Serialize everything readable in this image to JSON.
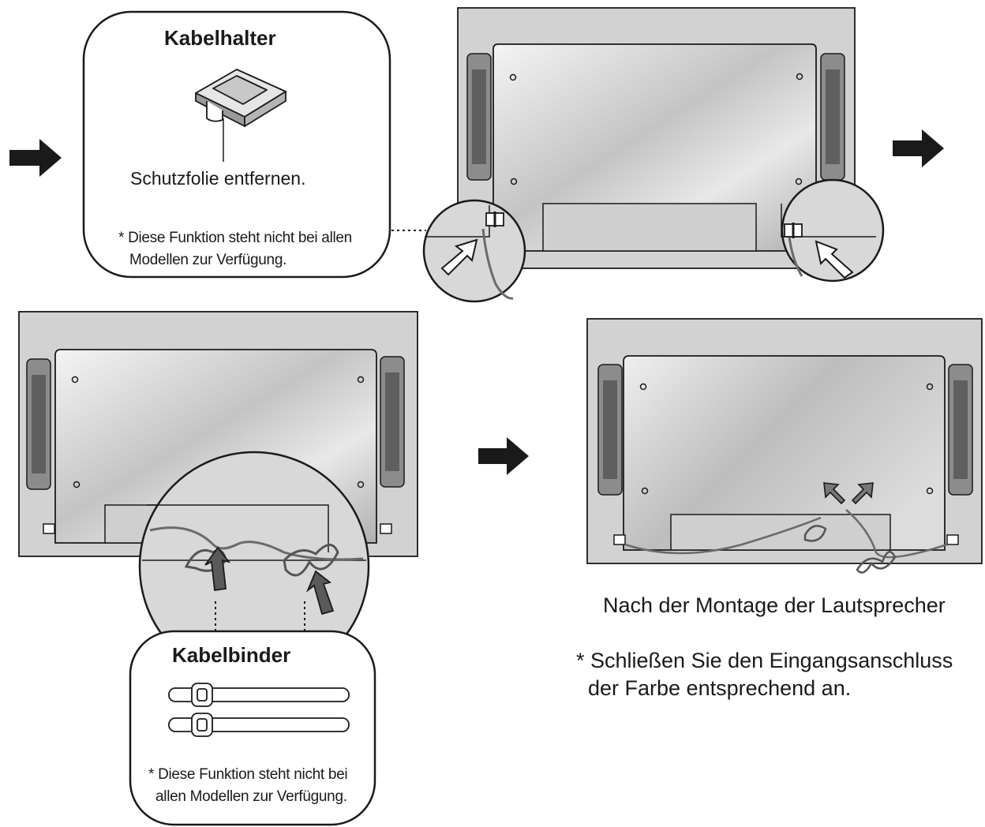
{
  "callout_cable_holder": {
    "title": "Kabelhalter",
    "instruction": "Schutzfolie entfernen.",
    "note_line1": "* Diese Funktion steht nicht bei allen",
    "note_line2": "Modellen zur Verfügung."
  },
  "callout_cable_tie": {
    "title": "Kabelbinder",
    "note_line1": "* Diese Funktion steht nicht bei",
    "note_line2": "allen Modellen zur Verfügung."
  },
  "final_step": {
    "caption": "Nach der Montage der Lautsprecher",
    "note_line1": "* Schließen Sie den Eingangsanschluss",
    "note_line2": "der Farbe entsprechend an."
  },
  "colors": {
    "line": "#1a1a1a",
    "panel_fill": "#cfcfcf",
    "speaker_fill": "#8c8c8c",
    "arrow_fill": "#1a1a1a",
    "pointer_fill": "#777777"
  }
}
